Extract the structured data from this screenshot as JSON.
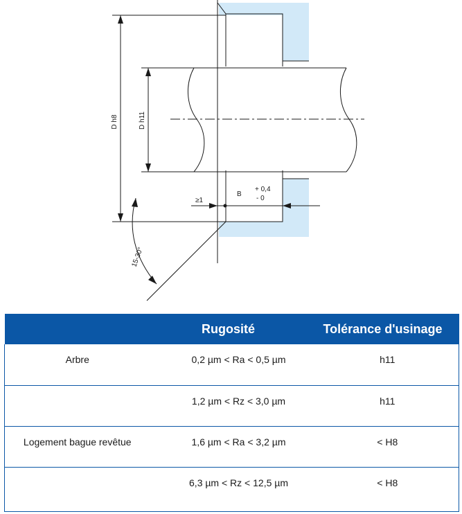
{
  "diagram": {
    "label_dh8": "D h8",
    "label_dh11": "D h11",
    "label_ge1": "≥1",
    "label_b": "B",
    "label_tol_plus": "+ 0,4",
    "label_tol_minus": "- 0",
    "label_angle": "15-30°",
    "colors": {
      "housing_fill": "#d2e9f8",
      "line": "#1a1a1a"
    }
  },
  "table": {
    "headers": [
      "",
      "Rugosité",
      "Tolérance d'usinage"
    ],
    "rows": [
      [
        "Arbre",
        "0,2 µm < Ra < 0,5 µm",
        "h11"
      ],
      [
        "",
        "1,2 µm < Rz < 3,0 µm",
        "h11"
      ],
      [
        "Logement bague revêtue",
        "1,6 µm < Ra < 3,2 µm",
        "< H8"
      ],
      [
        "",
        "6,3 µm < Rz < 12,5 µm",
        "< H8"
      ]
    ],
    "colors": {
      "header_bg": "#0b57a6",
      "header_text": "#ffffff",
      "border": "#0b57a6"
    }
  }
}
